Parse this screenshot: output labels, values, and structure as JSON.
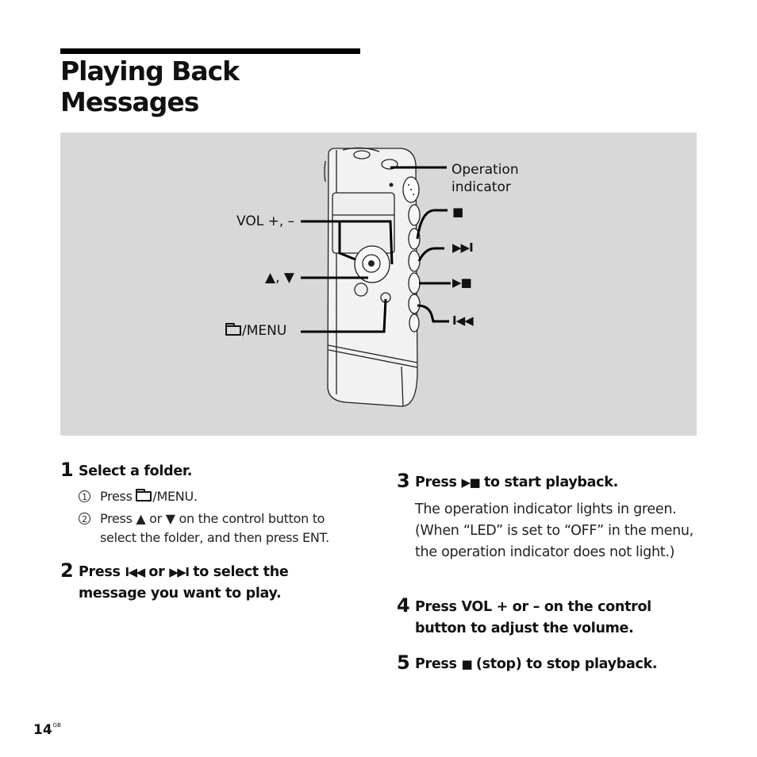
{
  "title_line1": "Playing Back",
  "title_line2": "Messages",
  "illustration": {
    "operation_indicator_line1": "Operation",
    "operation_indicator_line2": "indicator",
    "vol_label": "VOL +, –",
    "updown_label": "▲, ▼",
    "menu_label": "/MENU",
    "stop_symbol": "■",
    "next_symbol": "▶▶I",
    "play_stop_symbol": "▶■",
    "prev_symbol": "I◀◀"
  },
  "steps": [
    {
      "num": "1",
      "head": "Select a folder.",
      "subs": [
        {
          "mark": "1",
          "pre": "Press ",
          "post": "/MENU."
        },
        {
          "mark": "2",
          "text": "Press ▲ or ▼ on the control button to select the folder, and then press ENT."
        }
      ]
    },
    {
      "num": "2",
      "head_pre": "Press ",
      "head_sym1": "I◀◀",
      "head_mid": " or ",
      "head_sym2": "▶▶I",
      "head_post": " to select the message you want to play."
    },
    {
      "num": "3",
      "head_pre": "Press ",
      "head_sym": "▶■",
      "head_post": " to start playback.",
      "body": "The operation indicator lights in green. (When “LED” is set to “OFF” in the menu, the operation indicator does not light.)"
    },
    {
      "num": "4",
      "head": "Press VOL + or – on the control button to adjust the volume."
    },
    {
      "num": "5",
      "head_pre": "Press ",
      "head_sym": "■",
      "head_post": " (stop) to stop playback."
    }
  ],
  "page_number": "14",
  "page_suffix": "GB"
}
